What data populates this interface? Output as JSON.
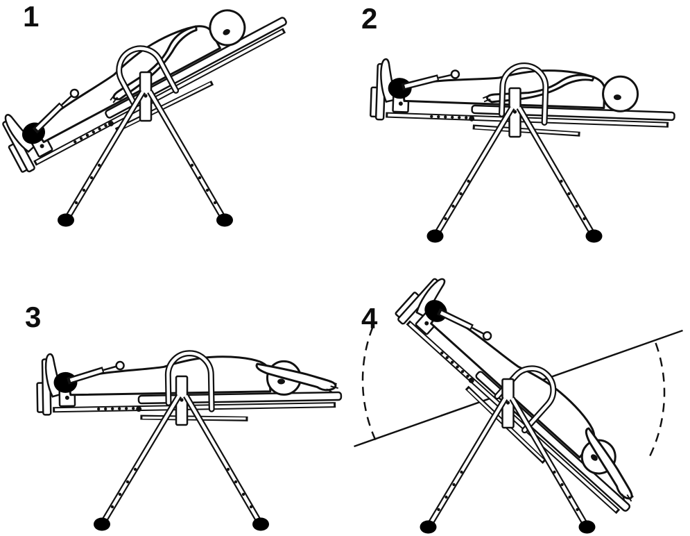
{
  "figure": {
    "steps": [
      {
        "label": "1"
      },
      {
        "label": "2"
      },
      {
        "label": "3"
      },
      {
        "label": "4"
      }
    ],
    "colors": {
      "background": "#ffffff",
      "line": "#111111",
      "pad": "#000000"
    }
  }
}
